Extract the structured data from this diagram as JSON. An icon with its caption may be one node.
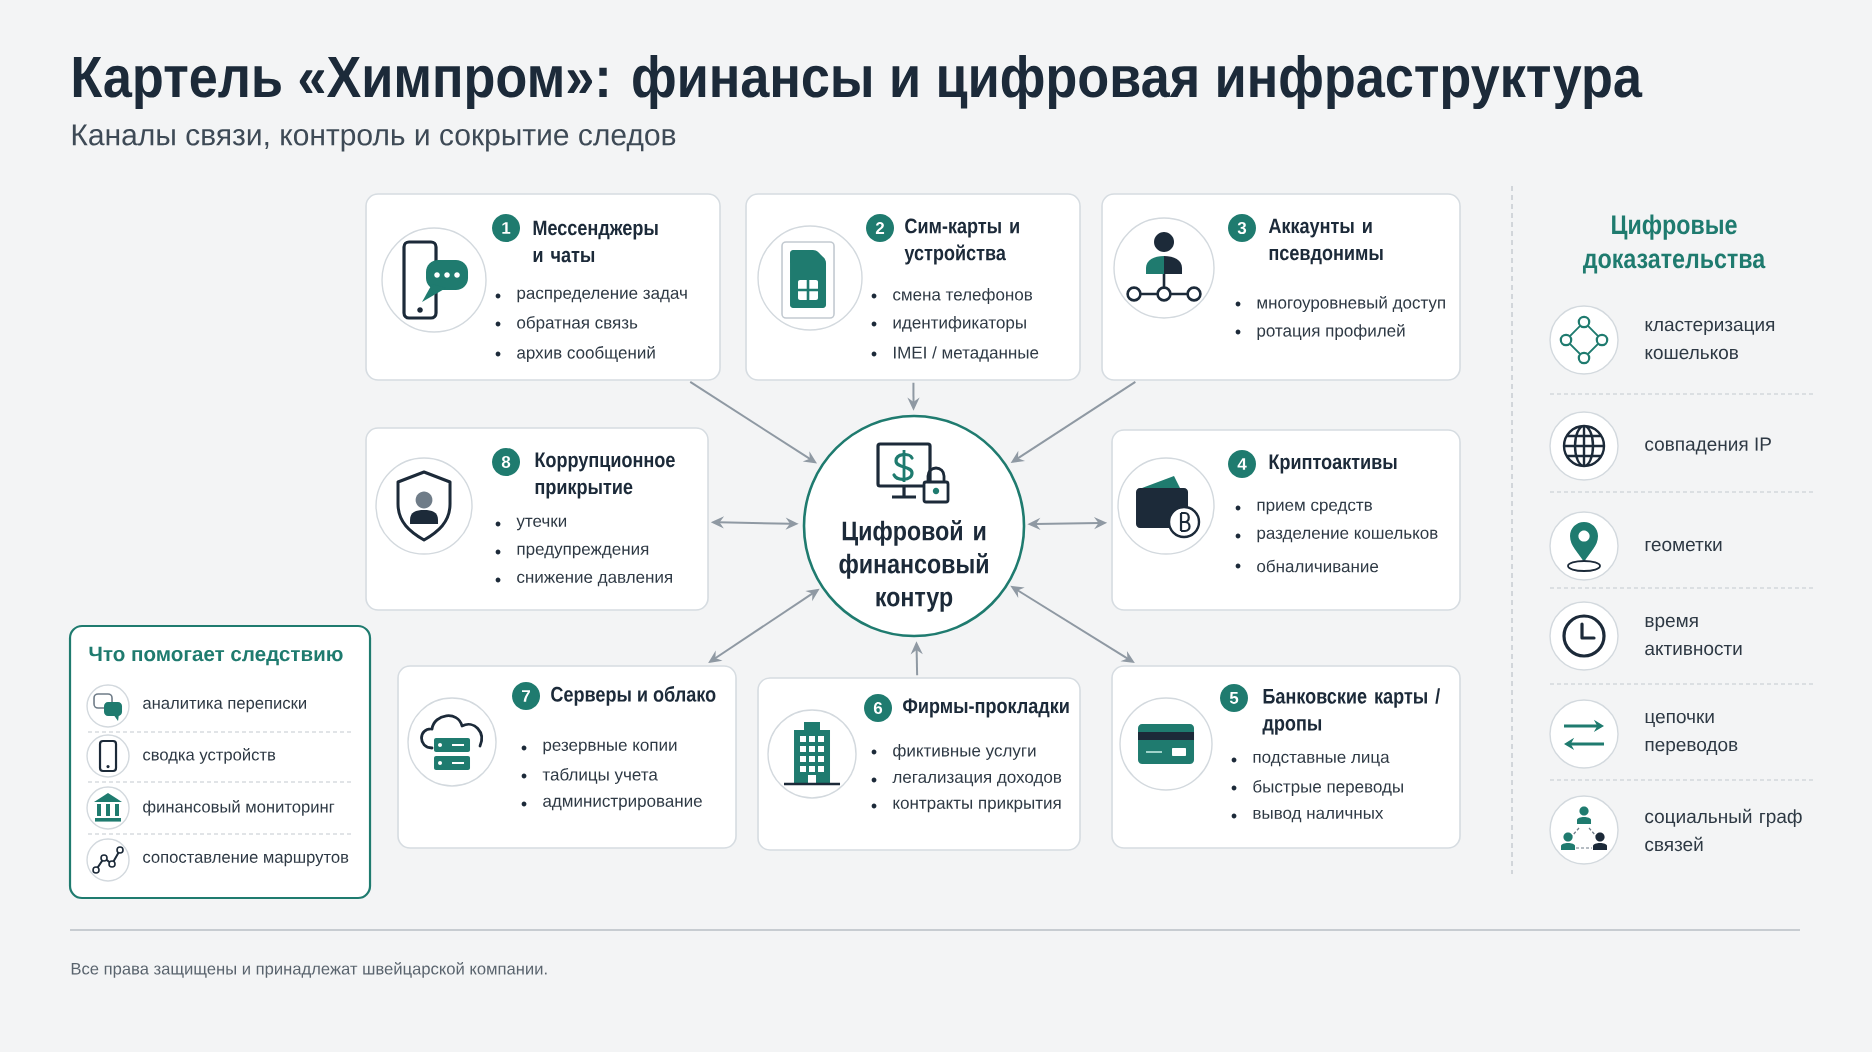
{
  "diagram": {
    "title": "Картель «Химпром»: финансы и цифровая инфраструктура",
    "nodes": [
      {
        "text": [
          "Мессенджеры и чаты",
          "распределение задач",
          "обратная связь",
          "архив сообщений"
        ]
      },
      {
        "text": [
          "1"
        ],
        "in": 0
      },
      {
        "text": [
          "Сим-карты и устройства",
          "смена телефонов",
          "идентификаторы",
          "IMEI / метаданные"
        ]
      },
      {
        "text": [
          "2"
        ],
        "in": 2
      },
      {
        "text": [
          "Аккаунты и псевдонимы",
          "многоуровневый доступ",
          "ротация профилей"
        ]
      },
      {
        "text": [
          "3"
        ],
        "in": 4
      },
      {
        "text": [
          "Коррупционное прикрытие",
          "утечки",
          "предупреждения",
          "снижение давления"
        ]
      },
      {
        "text": [
          "8"
        ],
        "in": 6
      },
      {
        "text": [
          "Цифровой и финансовый контур"
        ]
      },
      {
        "text": [
          "Криптоактивы",
          "прием средств",
          "разделение кошельков",
          "обналичивание"
        ]
      },
      {
        "text": [
          "4"
        ],
        "in": 9
      },
      {
        "text": [
          "Что помогает следствию",
          "аналитика переписки",
          "сводка устройств",
          "финансовый мониторинг",
          "сопоставление маршрутов"
        ]
      },
      {
        "text": [
          "Серверы и облако",
          "резервные копии",
          "таблицы учета",
          "администрирование"
        ]
      },
      {
        "text": [
          "7"
        ],
        "in": 12
      },
      {
        "text": [
          "Фирмы-прокладки",
          "фиктивные услуги",
          "легализация доходов",
          "контракты прикрытия"
        ]
      },
      {
        "text": [
          "6"
        ],
        "in": 14
      },
      {
        "text": [
          "Банковские карты / дропы",
          "подставные лица",
          "быстрые переводы",
          "вывод наличных"
        ]
      },
      {
        "text": [
          "5"
        ],
        "in": 16
      }
    ],
    "edges": [
      {
        "from": 0,
        "to": 8,
        "arrow": "to"
      },
      {
        "from": 2,
        "to": 8,
        "arrow": "to"
      },
      {
        "from": 4,
        "to": 8,
        "arrow": "to"
      },
      {
        "from": 6,
        "to": 8,
        "arrow": "both"
      },
      {
        "from": 8,
        "to": 9,
        "arrow": "both"
      },
      {
        "from": 8,
        "to": 12,
        "arrow": "both"
      },
      {
        "from": 14,
        "to": 8,
        "arrow": "to"
      },
      {
        "from": 8,
        "to": 16,
        "arrow": "both"
      }
    ],
    "labels": [
      "Каналы связи, контроль и сокрытие следов",
      "Цифровые доказательства",
      "кластеризация кошельков",
      "совпадения IP",
      "геометки",
      "время активности",
      "цепочки переводов",
      "социальный граф связей",
      "Все права защищены и принадлежат швейцарской компании."
    ]
  }
}
